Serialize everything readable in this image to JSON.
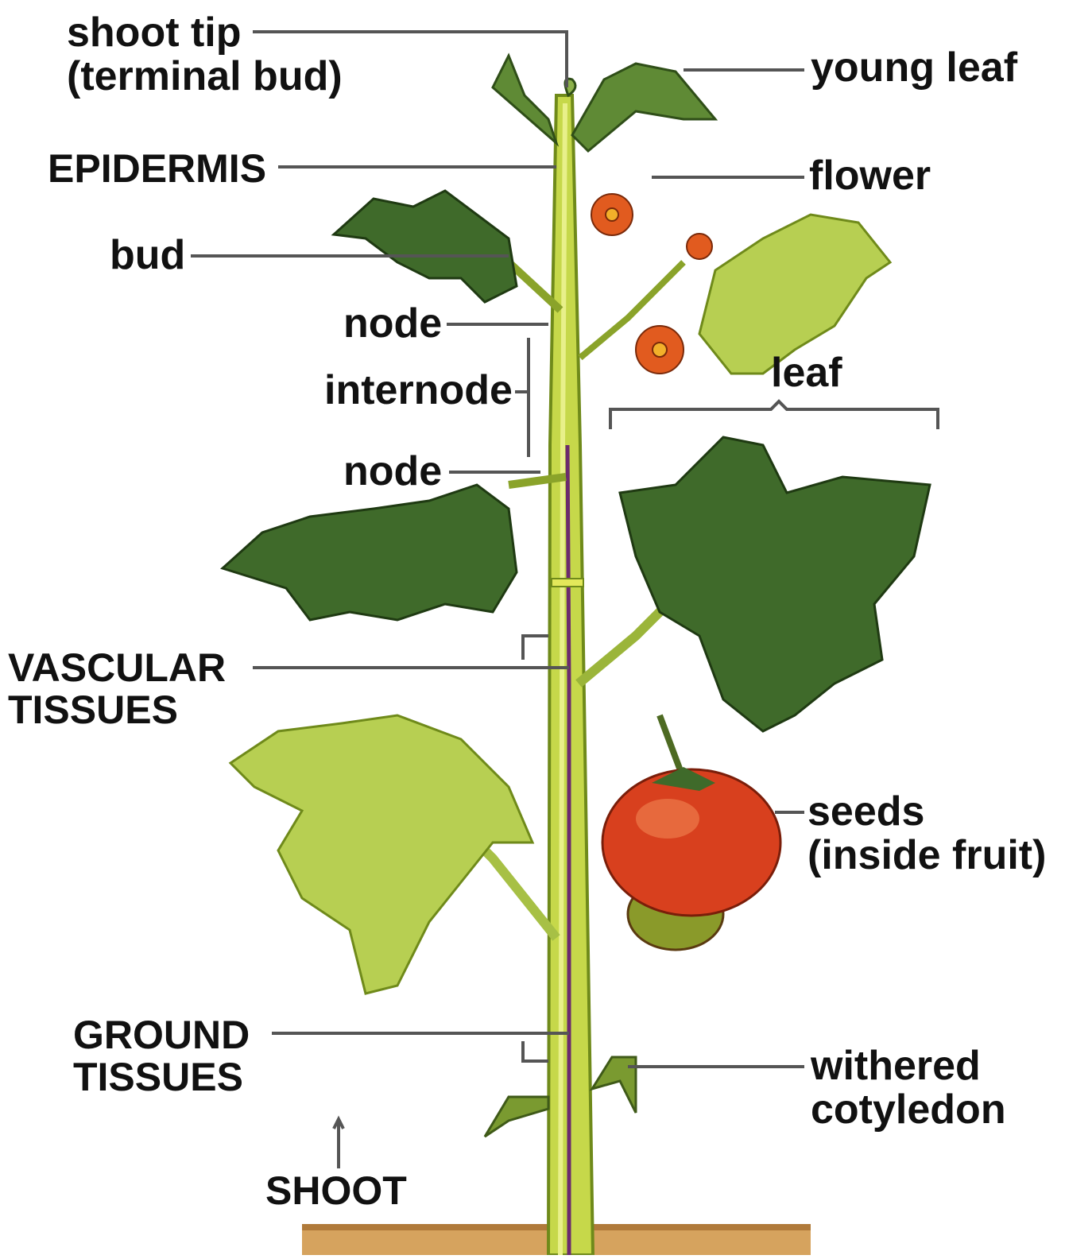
{
  "labels": {
    "shoot_tip": {
      "line1": "shoot tip",
      "line2": "(terminal bud)"
    },
    "epidermis": "EPIDERMIS",
    "bud": "bud",
    "node_upper": "node",
    "internode": "internode",
    "node_lower": "node",
    "vascular_tissues": {
      "line1": "VASCULAR",
      "line2": "TISSUES"
    },
    "ground_tissues": {
      "line1": "GROUND",
      "line2": "TISSUES"
    },
    "shoot": "SHOOT",
    "young_leaf": "young leaf",
    "flower": "flower",
    "leaf": "leaf",
    "seeds": {
      "line1": "seeds",
      "line2": "(inside fruit)"
    },
    "withered_cotyledon": {
      "line1": "withered",
      "line2": "cotyledon"
    }
  },
  "colors": {
    "stem": "#b9cf3c",
    "stem_edge": "#6f8a1a",
    "vascular": "#6b2a6e",
    "dark_leaf": "#3f6a2a",
    "light_leaf": "#b7cf52",
    "fruit": "#d8401e",
    "flower": "#d9581e",
    "soil": "#c9914a",
    "leader_line": "#555555"
  }
}
